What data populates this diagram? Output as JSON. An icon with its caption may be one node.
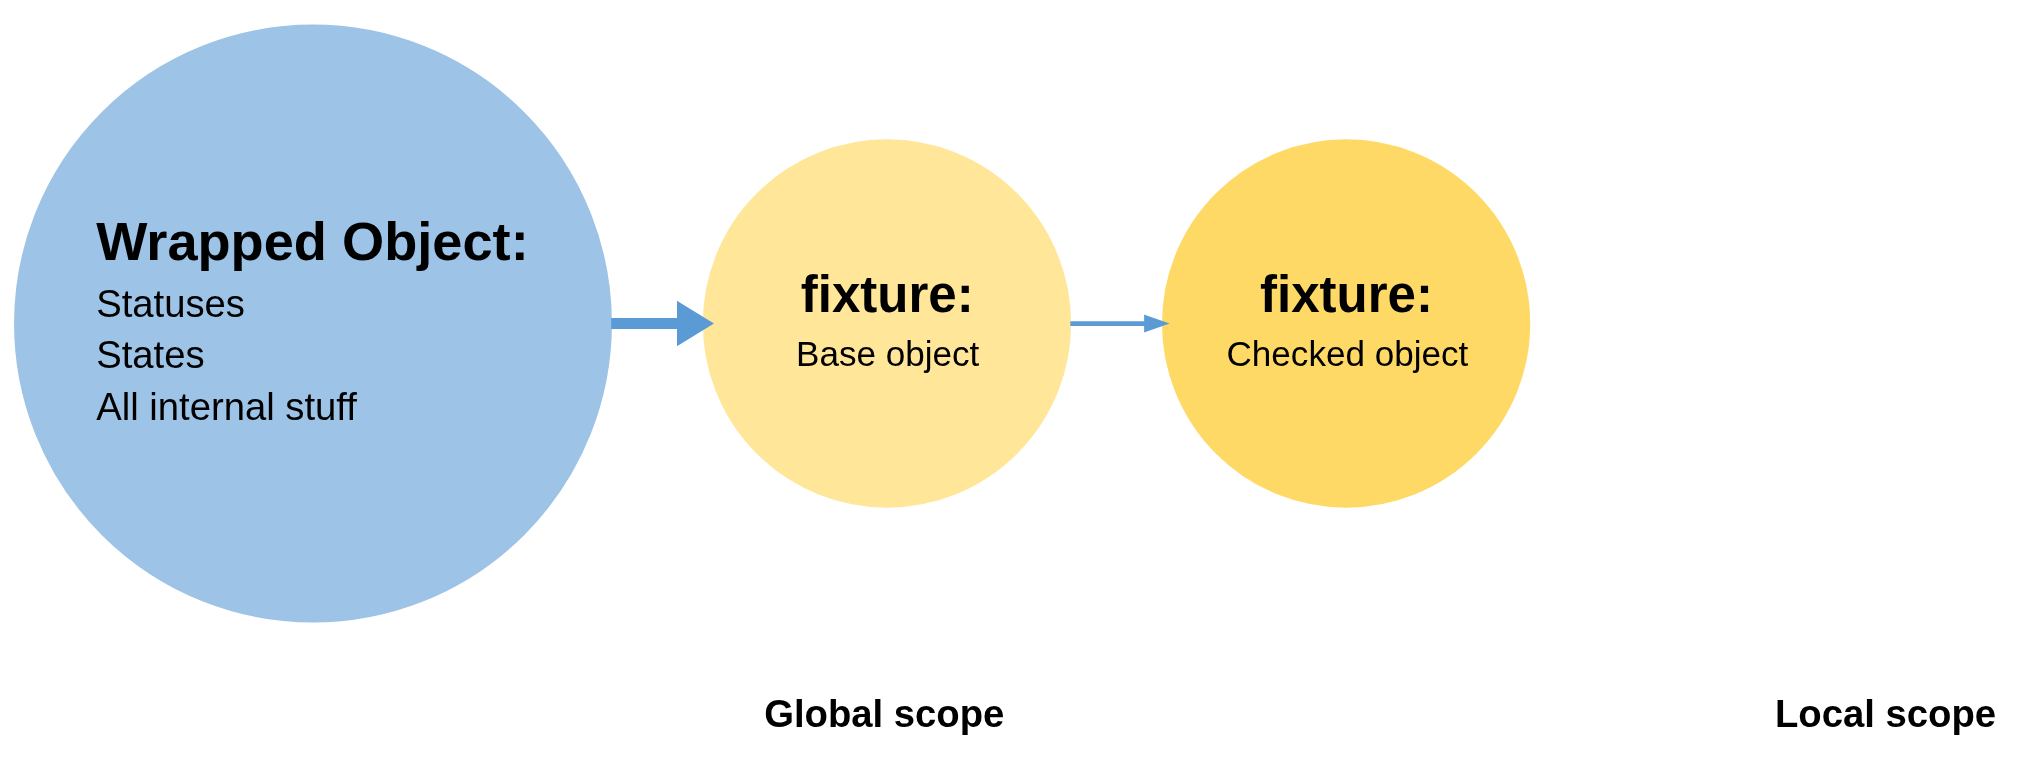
{
  "diagram": {
    "nodes": [
      {
        "text": [
          "Wrapped Object:",
          "Statuses",
          "States",
          "All internal stuff"
        ]
      },
      {
        "text": [
          "fixture:",
          "Base object"
        ]
      },
      {
        "text": [
          "fixture:",
          "Checked object"
        ]
      }
    ],
    "edges": [
      {
        "from": 0,
        "to": 1,
        "arrow": "to",
        "style": "thick"
      },
      {
        "from": 1,
        "to": 2,
        "arrow": "to"
      }
    ],
    "labels": [
      "Global scope",
      "Local scope"
    ]
  }
}
